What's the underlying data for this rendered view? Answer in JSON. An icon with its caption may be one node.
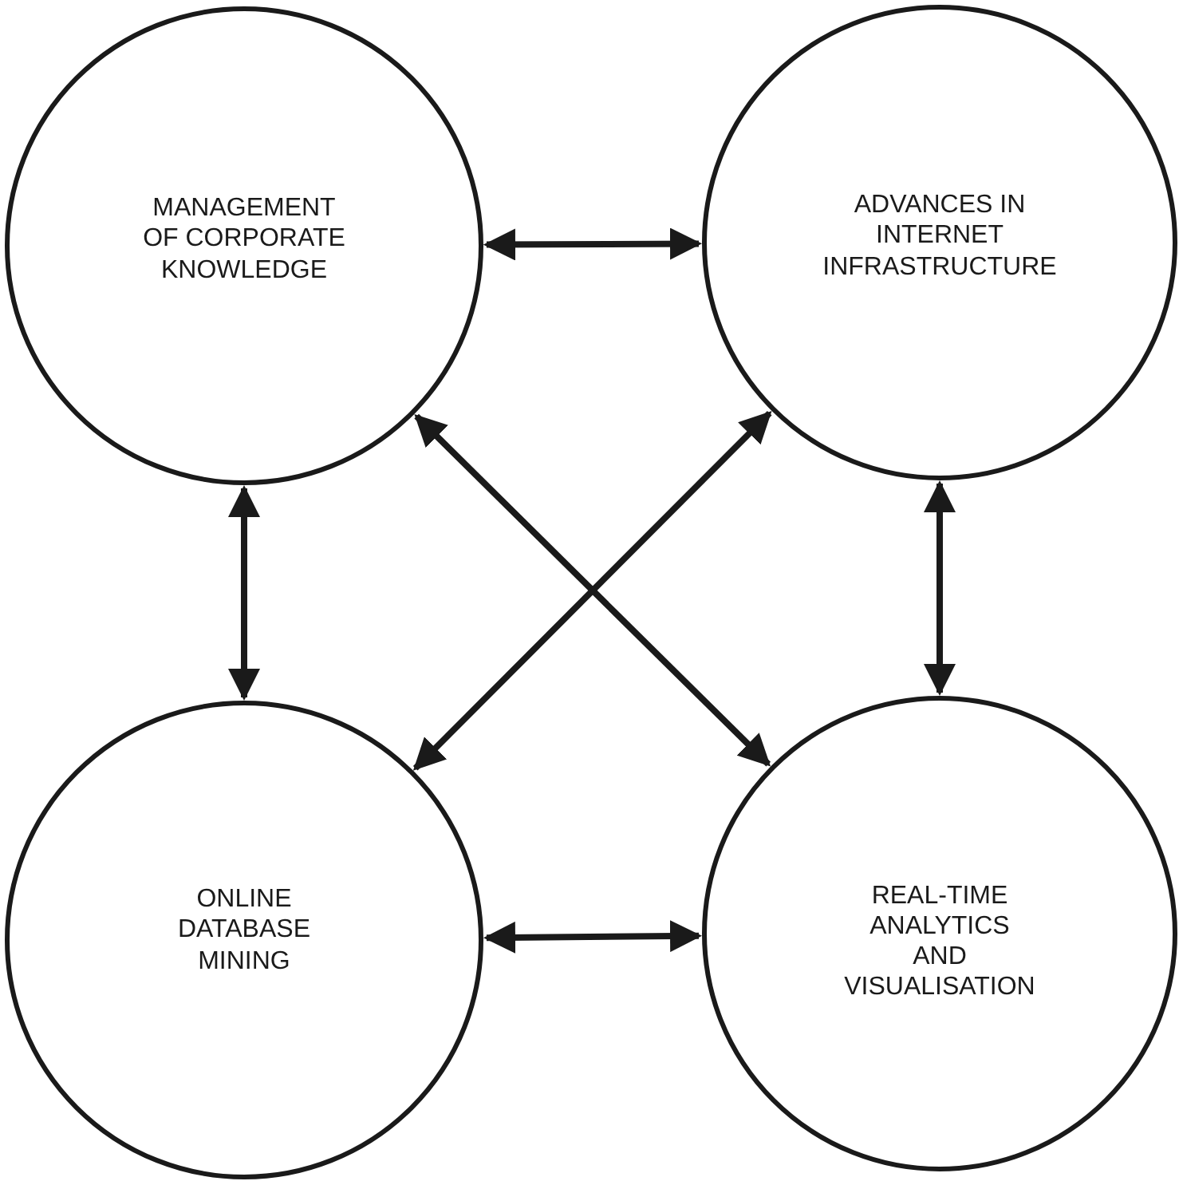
{
  "diagram": {
    "nodes": [
      {
        "text": [
          "MANAGEMENT OF CORPORATE KNOWLEDGE"
        ]
      },
      {
        "text": [
          "ADVANCES IN INTERNET INFRASTRUCTURE"
        ]
      },
      {
        "text": [
          "ONLINE DATABASE MINING"
        ]
      },
      {
        "text": [
          "REAL-TIME ANALYTICS AND VISUALISATION"
        ]
      }
    ],
    "edges": [
      {
        "from": 0,
        "to": 1,
        "arrow": "both"
      },
      {
        "from": 0,
        "to": 2,
        "arrow": "both"
      },
      {
        "from": 1,
        "to": 3,
        "arrow": "both"
      },
      {
        "from": 0,
        "to": 3,
        "arrow": "both"
      },
      {
        "from": 1,
        "to": 2,
        "arrow": "both"
      },
      {
        "from": 2,
        "to": 3,
        "arrow": "both"
      }
    ]
  }
}
